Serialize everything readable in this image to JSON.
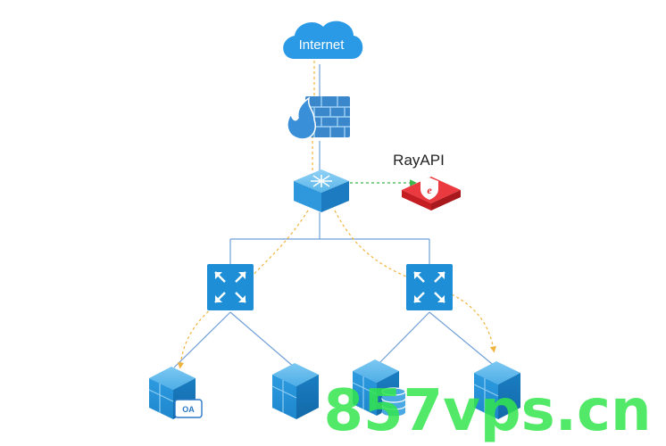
{
  "nodes": {
    "internet": {
      "label": "Internet"
    },
    "rayapi": {
      "label": "RayAPI"
    },
    "oa_server": {
      "badge": "OA"
    }
  },
  "watermark": {
    "text": "857vps.cn"
  },
  "colors": {
    "cloud": "#2a9ae6",
    "link": "#6f9fd8",
    "traffic_path": "#f2b33c",
    "rayapi_path": "#3cb54a",
    "switch_blue": "#1e8fd6",
    "rayapi_red": "#e0262b"
  }
}
